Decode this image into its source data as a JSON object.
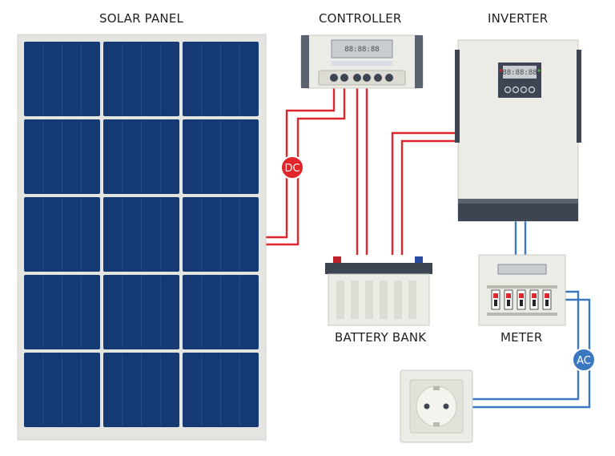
{
  "labels": {
    "solar_panel": "SOLAR PANEL",
    "controller": "CONTROLLER",
    "inverter": "INVERTER",
    "battery_bank": "BATTERY BANK",
    "meter": "METER"
  },
  "badges": {
    "dc": "DC",
    "ac": "AC"
  },
  "displays": {
    "controller_lcd": "88:88:88",
    "inverter_lcd": "88:88:88"
  },
  "colors": {
    "panel_frame": "#e4e4e0",
    "panel_cell": "#153a73",
    "dc_wire": "#e0262b",
    "ac_wire": "#3a78c2",
    "device_body": "#ecece6",
    "device_dark": "#3c4551"
  }
}
